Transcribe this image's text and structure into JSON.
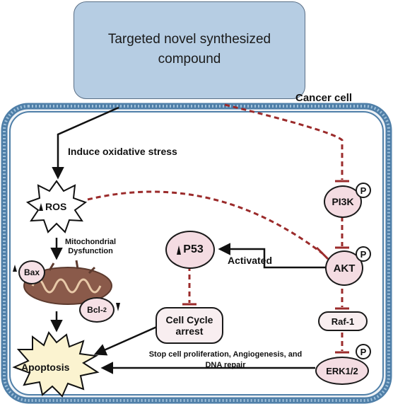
{
  "compound": {
    "text_line1": "Targeted novel synthesized",
    "text_line2": "compound"
  },
  "cancer_cell_label": "Cancer cell",
  "induce_label": "Induce oxidative stress",
  "ros": {
    "label": "ROS"
  },
  "mito": {
    "line1": "Mitochondrial",
    "line2": "Dysfunction"
  },
  "bax": "Bax",
  "bcl2": {
    "prefix": "Bcl-",
    "sub": "2"
  },
  "apoptosis": "Apoptosis",
  "p53": "P53",
  "activated": "Activated",
  "cell_cycle": {
    "line1": "Cell Cycle",
    "line2": "arrest"
  },
  "pi3k": "PI3K",
  "akt": "AKT",
  "raf1": "Raf-1",
  "erk": "ERK1/2",
  "phospho": "P",
  "stop_text": {
    "line1": "Stop cell proliferation, Angiogenesis, and",
    "line2": "DNA repair"
  },
  "colors": {
    "compound_fill": "#b6cde3",
    "membrane": "#4f7fa8",
    "inhibit": "#9b2b2b",
    "node_fill": "#f4dce2",
    "mito": "#8a5a4a"
  },
  "icons": [
    "up-arrow-icon",
    "down-arrow-icon",
    "mitochondrion-icon",
    "starburst-icon"
  ]
}
